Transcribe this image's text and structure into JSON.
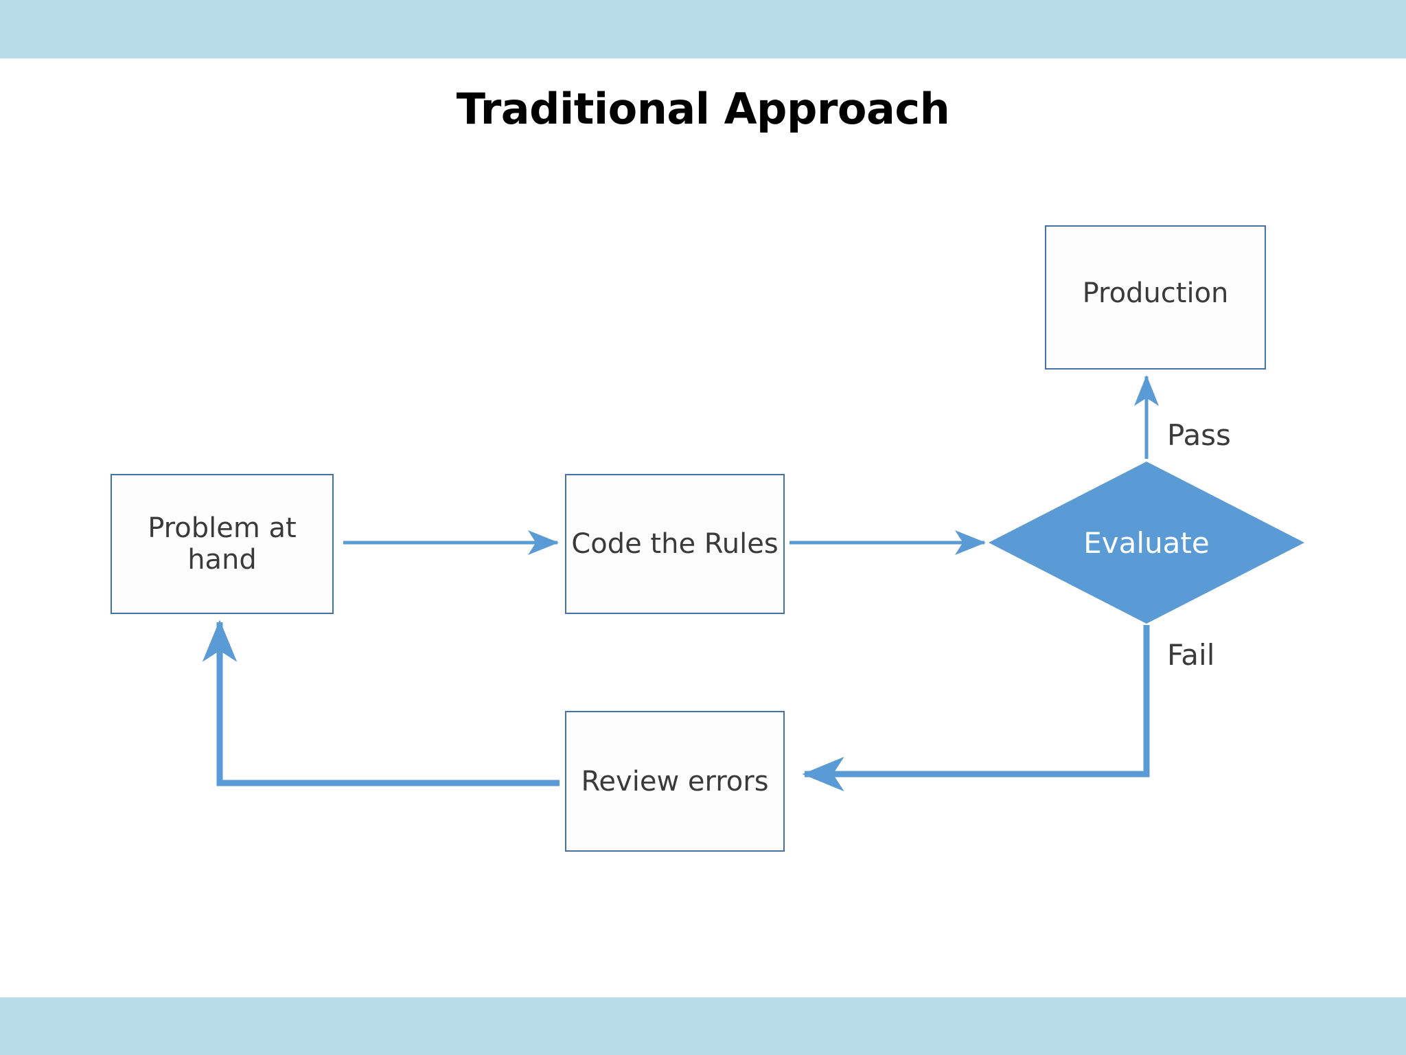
{
  "slide": {
    "title": "Traditional Approach",
    "background": "#ffffff",
    "band_color": "#b8dce8"
  },
  "diagram": {
    "type": "flowchart",
    "node_border_color": "#4472a8",
    "node_fill_color": "#fcfdfc",
    "decision_fill_color": "#5b9bd5",
    "connector_color": "#5b9bd5",
    "text_color": "#3a3a3a",
    "decision_text_color": "#ffffff",
    "nodes": [
      {
        "id": "production",
        "label": "Production",
        "shape": "rectangle"
      },
      {
        "id": "problem",
        "label": "Problem at hand",
        "shape": "rectangle"
      },
      {
        "id": "code",
        "label": "Code the Rules",
        "shape": "rectangle"
      },
      {
        "id": "evaluate",
        "label": "Evaluate",
        "shape": "diamond"
      },
      {
        "id": "review",
        "label": "Review errors",
        "shape": "rectangle"
      }
    ],
    "edges": [
      {
        "id": "problem-to-code",
        "from": "problem",
        "to": "code",
        "label": ""
      },
      {
        "id": "code-to-evaluate",
        "from": "code",
        "to": "evaluate",
        "label": ""
      },
      {
        "id": "evaluate-to-production",
        "from": "evaluate",
        "to": "production",
        "label": "Pass"
      },
      {
        "id": "evaluate-to-review",
        "from": "evaluate",
        "to": "review",
        "label": "Fail"
      },
      {
        "id": "review-to-problem",
        "from": "review",
        "to": "problem",
        "label": ""
      }
    ],
    "edge_labels": {
      "pass": "Pass",
      "fail": "Fail"
    }
  }
}
